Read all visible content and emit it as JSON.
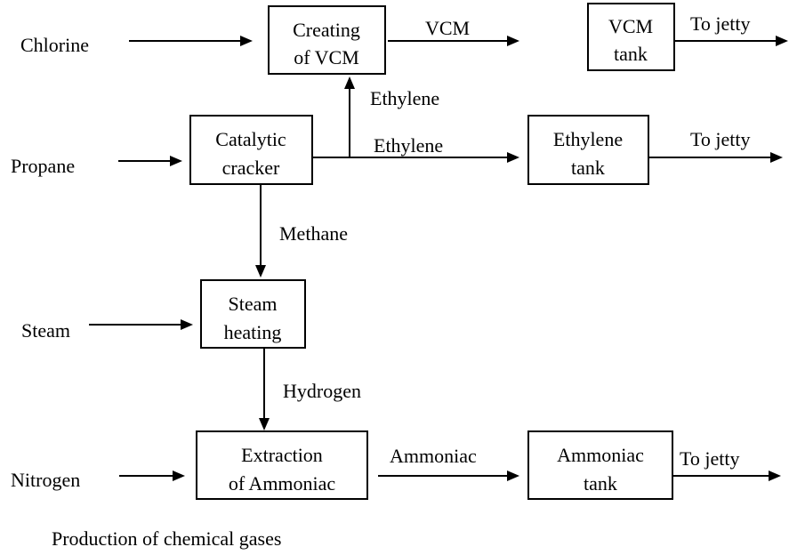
{
  "inputs": {
    "chlorine": "Chlorine",
    "propane": "Propane",
    "steam": "Steam",
    "nitrogen": "Nitrogen"
  },
  "processes": {
    "creating_vcm": [
      "Creating",
      "of VCM"
    ],
    "catalytic_cracker": [
      "Catalytic",
      "cracker"
    ],
    "steam_heating": [
      "Steam",
      "heating"
    ],
    "extraction_ammoniac": [
      "Extraction",
      "of Ammoniac"
    ]
  },
  "tanks": {
    "vcm_tank": [
      "VCM",
      "tank"
    ],
    "ethylene_tank": [
      "Ethylene",
      "tank"
    ],
    "ammoniac_tank": [
      "Ammoniac",
      "tank"
    ]
  },
  "flows": {
    "vcm": "VCM",
    "ethylene_up": "Ethylene",
    "ethylene_right": "Ethylene",
    "methane": "Methane",
    "hydrogen": "Hydrogen",
    "ammoniac": "Ammoniac"
  },
  "outputs": {
    "vcm_jetty": "To jetty",
    "ethylene_jetty": "To jetty",
    "ammoniac_jetty": "To jetty"
  },
  "caption": "Production of chemical gases"
}
